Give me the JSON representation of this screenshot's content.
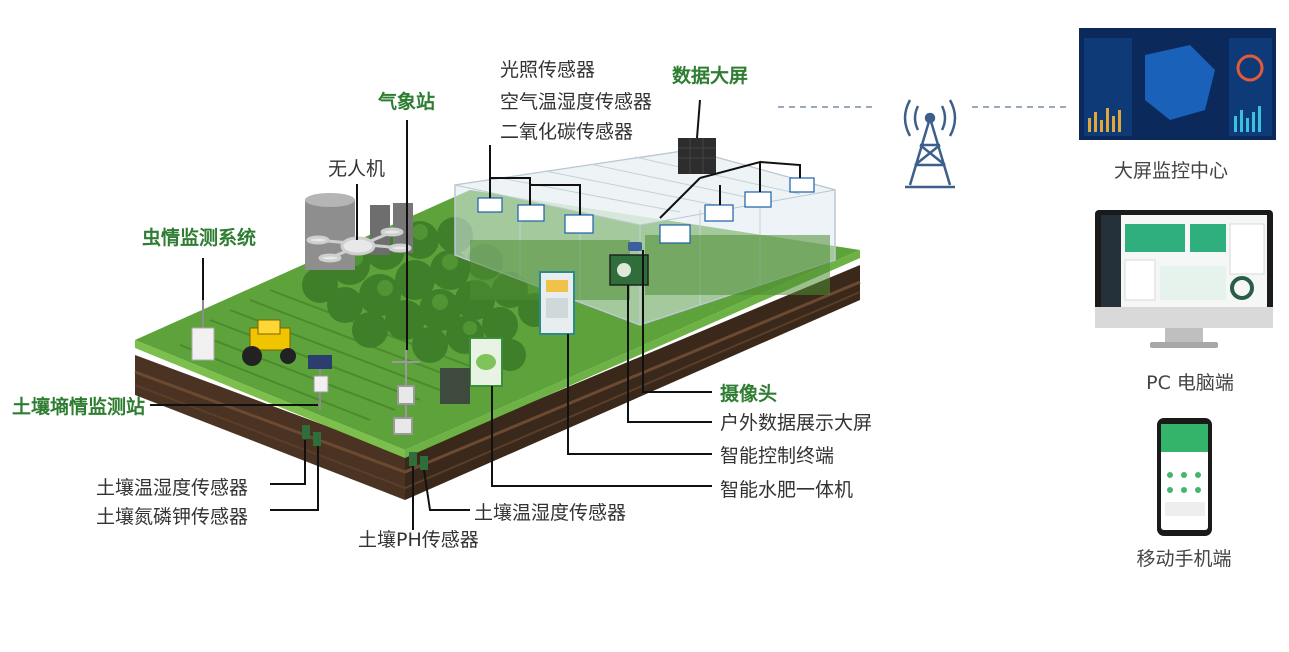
{
  "colors": {
    "label_green": "#2e7d32",
    "label_text": "#333333",
    "grass": "#5ea23b",
    "soil": "#4a3322",
    "leader_line": "#111111"
  },
  "labels": {
    "light_sensor": "光照传感器",
    "air_temp_humidity": "空气温湿度传感器",
    "co2_sensor": "二氧化碳传感器",
    "data_screen": "数据大屏",
    "weather_station": "气象站",
    "drone": "无人机",
    "pest_monitor": "虫情监测系统",
    "soil_moisture_station": "土壤墒情监测站",
    "soil_temp_humidity_left": "土壤温湿度传感器",
    "soil_npk": "土壤氮磷钾传感器",
    "soil_ph": "土壤PH传感器",
    "soil_temp_humidity_bottom": "土壤温湿度传感器",
    "camera": "摄像头",
    "outdoor_display": "户外数据展示大屏",
    "smart_terminal": "智能控制终端",
    "water_fertilizer": "智能水肥一体机"
  },
  "devices": {
    "monitoring_center": "大屏监控中心",
    "pc": "PC 电脑端",
    "mobile": "移动手机端"
  }
}
